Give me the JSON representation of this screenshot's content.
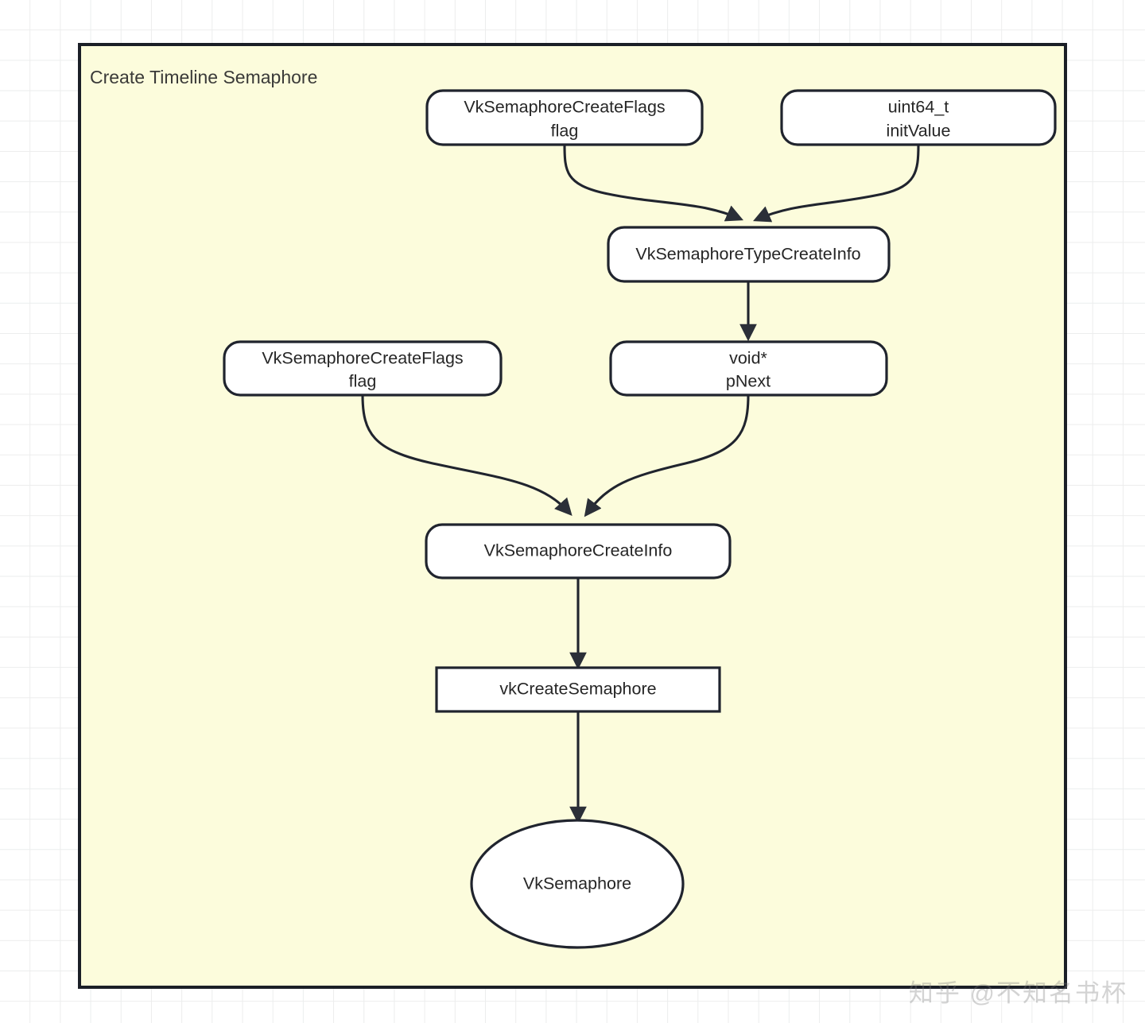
{
  "diagram": {
    "title": "Create Timeline Semaphore",
    "background_color": "#ffffff",
    "grid_color": "#eceded",
    "container_fill": "#fcfcdc",
    "container_stroke": "#1b1f27",
    "node_fill": "#ffffff",
    "node_stroke": "#20242e",
    "text_color": "#262626",
    "nodes": [
      {
        "id": "flag_top",
        "shape": "rounded-rect",
        "line1": "VkSemaphoreCreateFlags",
        "line2": "flag"
      },
      {
        "id": "init_value",
        "shape": "rounded-rect",
        "line1": "uint64_t",
        "line2": "initValue"
      },
      {
        "id": "type_create_info",
        "shape": "rounded-rect",
        "line1": "VkSemaphoreTypeCreateInfo",
        "line2": ""
      },
      {
        "id": "flag_mid",
        "shape": "rounded-rect",
        "line1": "VkSemaphoreCreateFlags",
        "line2": "flag"
      },
      {
        "id": "pnext",
        "shape": "rounded-rect",
        "line1": "void*",
        "line2": "pNext"
      },
      {
        "id": "create_info",
        "shape": "rounded-rect",
        "line1": "VkSemaphoreCreateInfo",
        "line2": ""
      },
      {
        "id": "vk_create_semaphore",
        "shape": "rect",
        "line1": "vkCreateSemaphore",
        "line2": ""
      },
      {
        "id": "semaphore",
        "shape": "ellipse",
        "line1": "VkSemaphore",
        "line2": ""
      }
    ],
    "edges": [
      {
        "from": "flag_top",
        "to": "type_create_info",
        "style": "curved"
      },
      {
        "from": "init_value",
        "to": "type_create_info",
        "style": "curved"
      },
      {
        "from": "type_create_info",
        "to": "pnext",
        "style": "straight"
      },
      {
        "from": "flag_mid",
        "to": "create_info",
        "style": "curved"
      },
      {
        "from": "pnext",
        "to": "create_info",
        "style": "curved"
      },
      {
        "from": "create_info",
        "to": "vk_create_semaphore",
        "style": "straight"
      },
      {
        "from": "vk_create_semaphore",
        "to": "semaphore",
        "style": "straight"
      }
    ]
  },
  "watermark": {
    "text": "知乎 @不知名书杯"
  }
}
